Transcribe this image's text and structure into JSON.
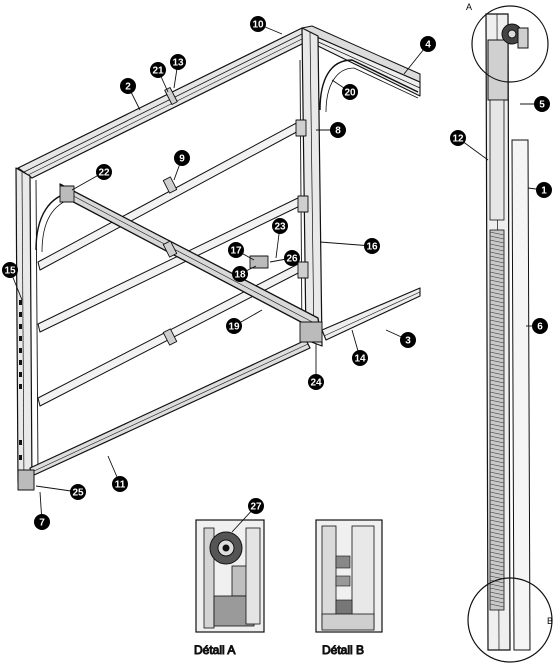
{
  "colors": {
    "ink": "#111111",
    "panel_fill": "#f4f4f4",
    "rail_fill": "#e2e2e2",
    "spring_fill": "#bdbdbd",
    "badge_fill": "#000000",
    "badge_text": "#ffffff"
  },
  "callouts": [
    "1",
    "2",
    "3",
    "4",
    "5",
    "6",
    "7",
    "8",
    "9",
    "10",
    "11",
    "12",
    "13",
    "14",
    "15",
    "16",
    "17",
    "18",
    "19",
    "20",
    "21",
    "22",
    "23",
    "24",
    "25",
    "26",
    "27"
  ],
  "detail_a": {
    "caption": "Détail A",
    "letter": "A"
  },
  "detail_b": {
    "caption": "Détail B",
    "letter": "B"
  }
}
